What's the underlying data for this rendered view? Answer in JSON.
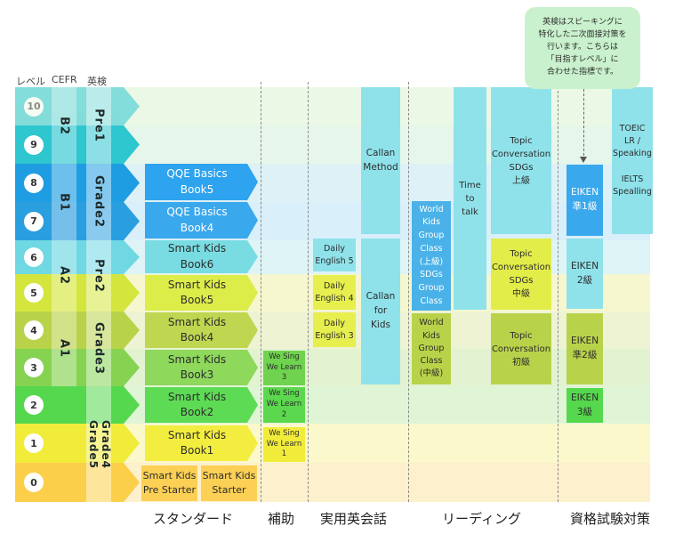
{
  "header": {
    "level": "レベル",
    "cefr": "CEFR",
    "eiken": "英検"
  },
  "levels": [
    "10",
    "9",
    "8",
    "7",
    "6",
    "5",
    "4",
    "3",
    "2",
    "1",
    "0"
  ],
  "cefr": [
    "B2",
    "B1",
    "A2",
    "A1"
  ],
  "eiken": [
    "Pre1",
    "Grade2",
    "Pre2",
    "Grade3",
    "Grade4\nGrade5"
  ],
  "standard": {
    "qqe5": "QQE Basics\nBook5",
    "qqe4": "QQE Basics\nBook4",
    "sk6": "Smart Kids\nBook6",
    "sk5": "Smart Kids\nBook5",
    "sk4": "Smart Kids\nBook4",
    "sk3": "Smart Kids\nBook3",
    "sk2": "Smart Kids\nBook2",
    "sk1": "Smart Kids\nBook1",
    "pre_starter": "Smart Kids\nPre Starter",
    "starter": "Smart Kids\nStarter"
  },
  "supplement": {
    "ws3": "We Sing\nWe Learn\n3",
    "ws2": "We Sing\nWe Learn\n2",
    "ws1": "We Sing\nWe Learn\n1"
  },
  "practical": {
    "callan_method": "Callan\nMethod",
    "callan_kids": "Callan\nfor\nKids",
    "daily5": "Daily\nEnglish 5",
    "daily4": "Daily\nEnglish 4",
    "daily3": "Daily\nEnglish 3"
  },
  "reading": {
    "wk_upper": "World\nKids\nGroup\nClass\n(上級)\nSDGs\nGroup\nClass",
    "wk_mid": "World\nKids\nGroup\nClass\n(中級)",
    "time_to_talk": "Time\nto\ntalk",
    "topic_upper": "Topic\nConversation\nSDGs\n上級",
    "topic_mid": "Topic\nConversation\nSDGs\n中級",
    "topic_basic": "Topic\nConversation\n初級"
  },
  "exam": {
    "eiken_pre1": "EIKEN\n準1級",
    "eiken_2": "EIKEN\n2級",
    "eiken_pre2": "EIKEN\n準2級",
    "eiken_3": "EIKEN\n3級",
    "toeic": "TOEIC\nLR /\nSpeaking\n\nIELTS\nSpealling"
  },
  "callout": "英検はスピーキングに\n特化した二次面接対策を\n行います。こちらは\n「目指すレベル」に\n合わせた指標です。",
  "footer": {
    "standard": "スタンダード",
    "supplement": "補助",
    "practical": "実用英会話",
    "reading": "リーディング",
    "exam": "資格試験対策"
  },
  "colors": {
    "lvl10": "#2ec6cf",
    "lvl9": "#2ec6cf",
    "lvl8": "#1f9de2",
    "lvl7": "#1f9de2",
    "lvl6": "#5fd3e0",
    "lvl5": "#cfe23a",
    "lvl4": "#b2cf3c",
    "lvl3": "#7fd24d",
    "lvl2": "#4fd64b",
    "lvl1": "#f1ec3a",
    "lvl0": "#fbcf4a"
  }
}
